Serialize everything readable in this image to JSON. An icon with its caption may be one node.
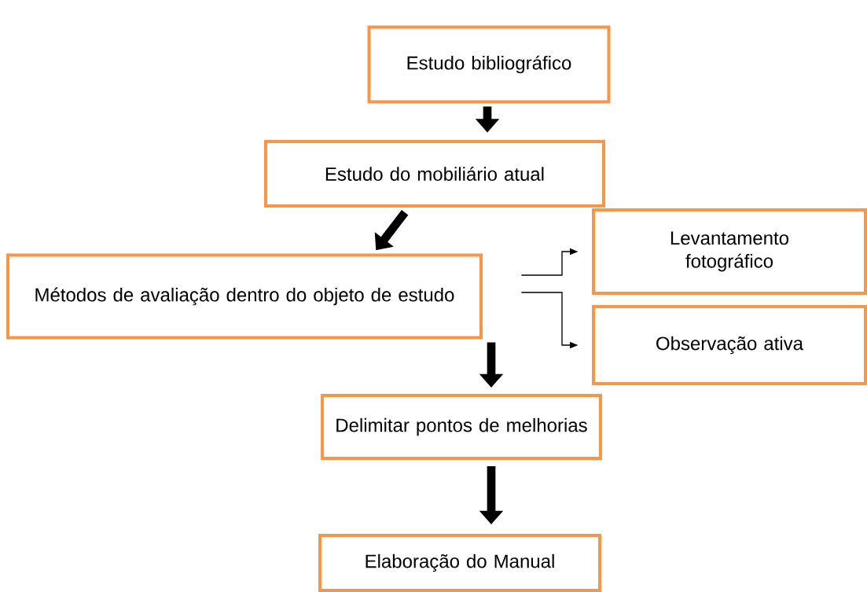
{
  "diagram": {
    "nodes": [
      {
        "text": [
          "Estudo bibliográfico"
        ]
      },
      {
        "text": [
          "Estudo do mobiliário atual"
        ]
      },
      {
        "text": [
          "Métodos de avaliação dentro do objeto de estudo"
        ]
      },
      {
        "text": [
          "Levantamento fotográfico"
        ]
      },
      {
        "text": [
          "Observação ativa"
        ]
      },
      {
        "text": [
          "Delimitar pontos de melhorias"
        ]
      },
      {
        "text": [
          "Elaboração do Manual"
        ]
      }
    ],
    "edges": [
      {
        "from": 0,
        "to": 1,
        "arrow": "to"
      },
      {
        "from": 1,
        "to": 2,
        "arrow": "to"
      },
      {
        "from": 2,
        "to": 3,
        "arrow": "to"
      },
      {
        "from": 2,
        "to": 4,
        "arrow": "to"
      },
      {
        "from": 2,
        "to": 5,
        "arrow": "to"
      },
      {
        "from": 5,
        "to": 6,
        "arrow": "to"
      }
    ]
  }
}
